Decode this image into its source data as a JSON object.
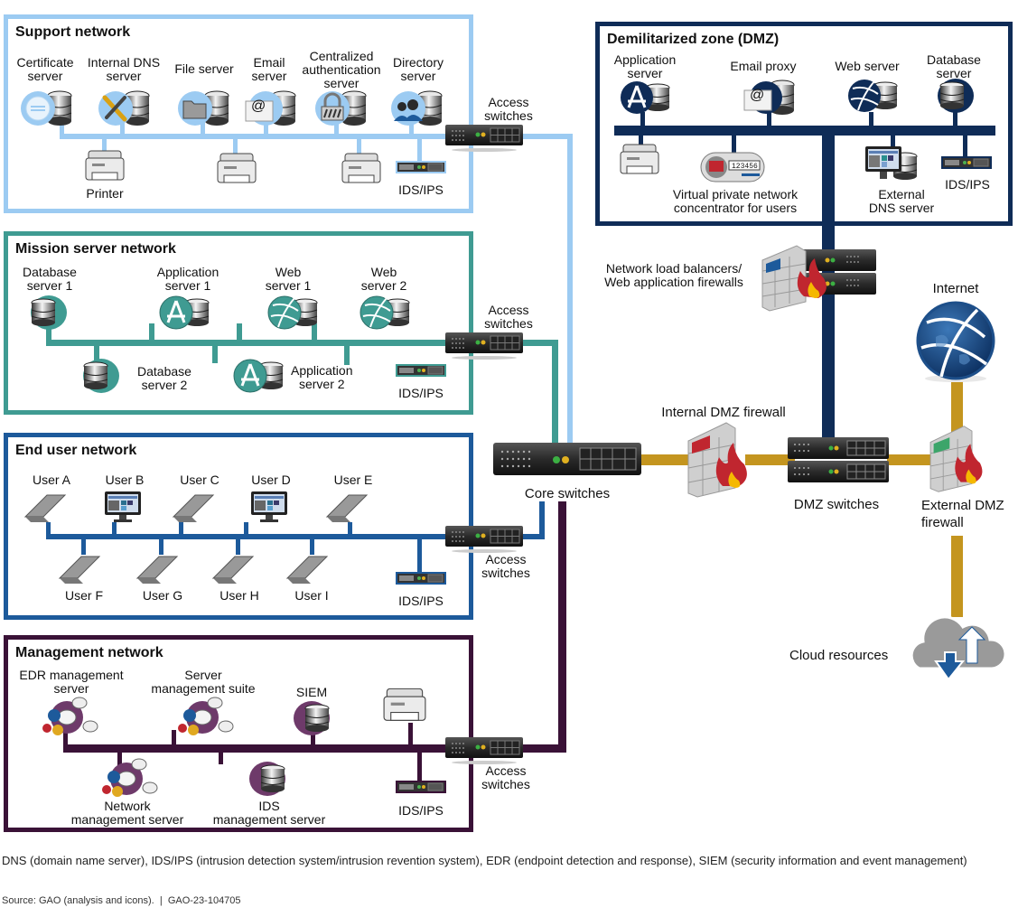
{
  "colors": {
    "support": "#9ccbf2",
    "mission": "#3f9b92",
    "enduser": "#1d5a9b",
    "management": "#3a1237",
    "dmz": "#0f2c57",
    "external": "#c4951f",
    "firewall_red": "#c0262f"
  },
  "support": {
    "title": "Support network",
    "nodes": [
      {
        "label": "Certificate\nserver",
        "icon": "certificate-server-icon"
      },
      {
        "label": "Internal DNS\nserver",
        "icon": "dns-tools-server-icon"
      },
      {
        "label": "File server",
        "icon": "file-server-icon"
      },
      {
        "label": "Email\nserver",
        "icon": "email-server-icon"
      },
      {
        "label": "Centralized\nauthentication\nserver",
        "icon": "lock-server-icon"
      },
      {
        "label": "Directory\nserver",
        "icon": "directory-server-icon"
      }
    ],
    "printer_label": "Printer",
    "ids_label": "IDS/IPS",
    "switch_label": "Access\nswitches"
  },
  "mission": {
    "title": "Mission server network",
    "nodes_top": [
      {
        "label": "Database\nserver 1"
      },
      {
        "label": "Application\nserver 1"
      },
      {
        "label": "Web\nserver 1"
      },
      {
        "label": "Web\nserver 2"
      }
    ],
    "nodes_bottom": [
      {
        "label": "Database\nserver 2"
      },
      {
        "label": "Application\nserver 2"
      }
    ],
    "ids_label": "IDS/IPS",
    "switch_label": "Access\nswitches"
  },
  "enduser": {
    "title": "End user network",
    "users_top": [
      "User A",
      "User B",
      "User C",
      "User D",
      "User E"
    ],
    "users_bottom": [
      "User F",
      "User G",
      "User H",
      "User I"
    ],
    "ids_label": "IDS/IPS",
    "switch_label": "Access\nswitches"
  },
  "management": {
    "title": "Management network",
    "nodes_top": [
      {
        "label": "EDR management\nserver"
      },
      {
        "label": "Server\nmanagement suite"
      },
      {
        "label": "SIEM"
      }
    ],
    "nodes_bottom": [
      {
        "label": "Network\nmanagement server"
      },
      {
        "label": "IDS\nmanagement server"
      }
    ],
    "ids_label": "IDS/IPS",
    "switch_label": "Access\nswitches"
  },
  "dmz": {
    "title": "Demilitarized zone (DMZ)",
    "nodes_top": [
      {
        "label": "Application\nserver"
      },
      {
        "label": "Email proxy"
      },
      {
        "label": "Web server"
      },
      {
        "label": "Database\nserver"
      }
    ],
    "vpn_label": "Virtual private network\nconcentrator for users",
    "vpn_token": "123456",
    "ext_dns_label": "External\nDNS server",
    "ids_label": "IDS/IPS"
  },
  "core": {
    "core_label": "Core switches",
    "lb_label": "Network load balancers/\nWeb application firewalls",
    "int_fw_label": "Internal DMZ firewall",
    "dmz_switch_label": "DMZ switches",
    "ext_fw_label": "External DMZ\nfirewall",
    "internet_label": "Internet",
    "cloud_label": "Cloud resources"
  },
  "footer": {
    "note": "DNS (domain name server), IDS/IPS (intrusion detection system/intrusion revention system), EDR (endpoint detection and response), SIEM (security information and event management)",
    "source": "Source: GAO (analysis and icons).  |  GAO-23-104705"
  }
}
